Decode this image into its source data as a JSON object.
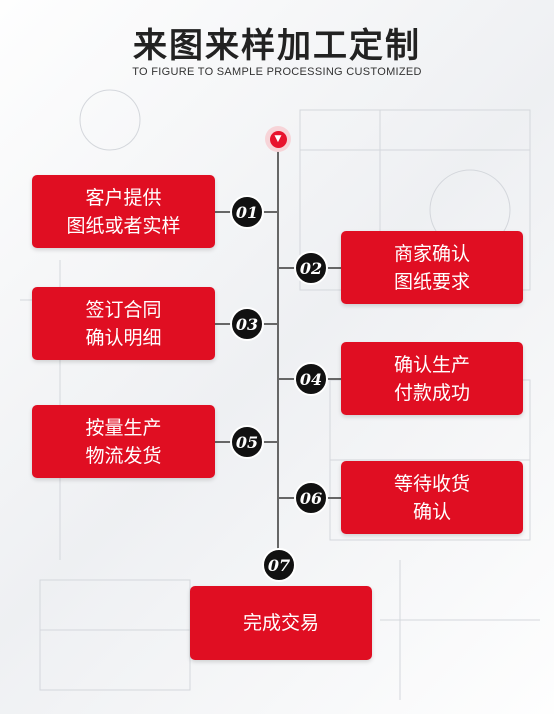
{
  "header": {
    "title": "来图来样加工定制",
    "subtitle": "TO FIGURE TO SAMPLE PROCESSING CUSTOMIZED"
  },
  "colors": {
    "accent": "#e00e22",
    "marker": "#111111",
    "line": "#666666"
  },
  "steps": [
    {
      "number": "01",
      "text": "客户提供\n图纸或者实样"
    },
    {
      "number": "02",
      "text": "商家确认\n图纸要求"
    },
    {
      "number": "03",
      "text": "签订合同\n确认明细"
    },
    {
      "number": "04",
      "text": "确认生产\n付款成功"
    },
    {
      "number": "05",
      "text": "按量生产\n物流发货"
    },
    {
      "number": "06",
      "text": "等待收货\n确认"
    },
    {
      "number": "07",
      "text": "完成交易"
    }
  ]
}
